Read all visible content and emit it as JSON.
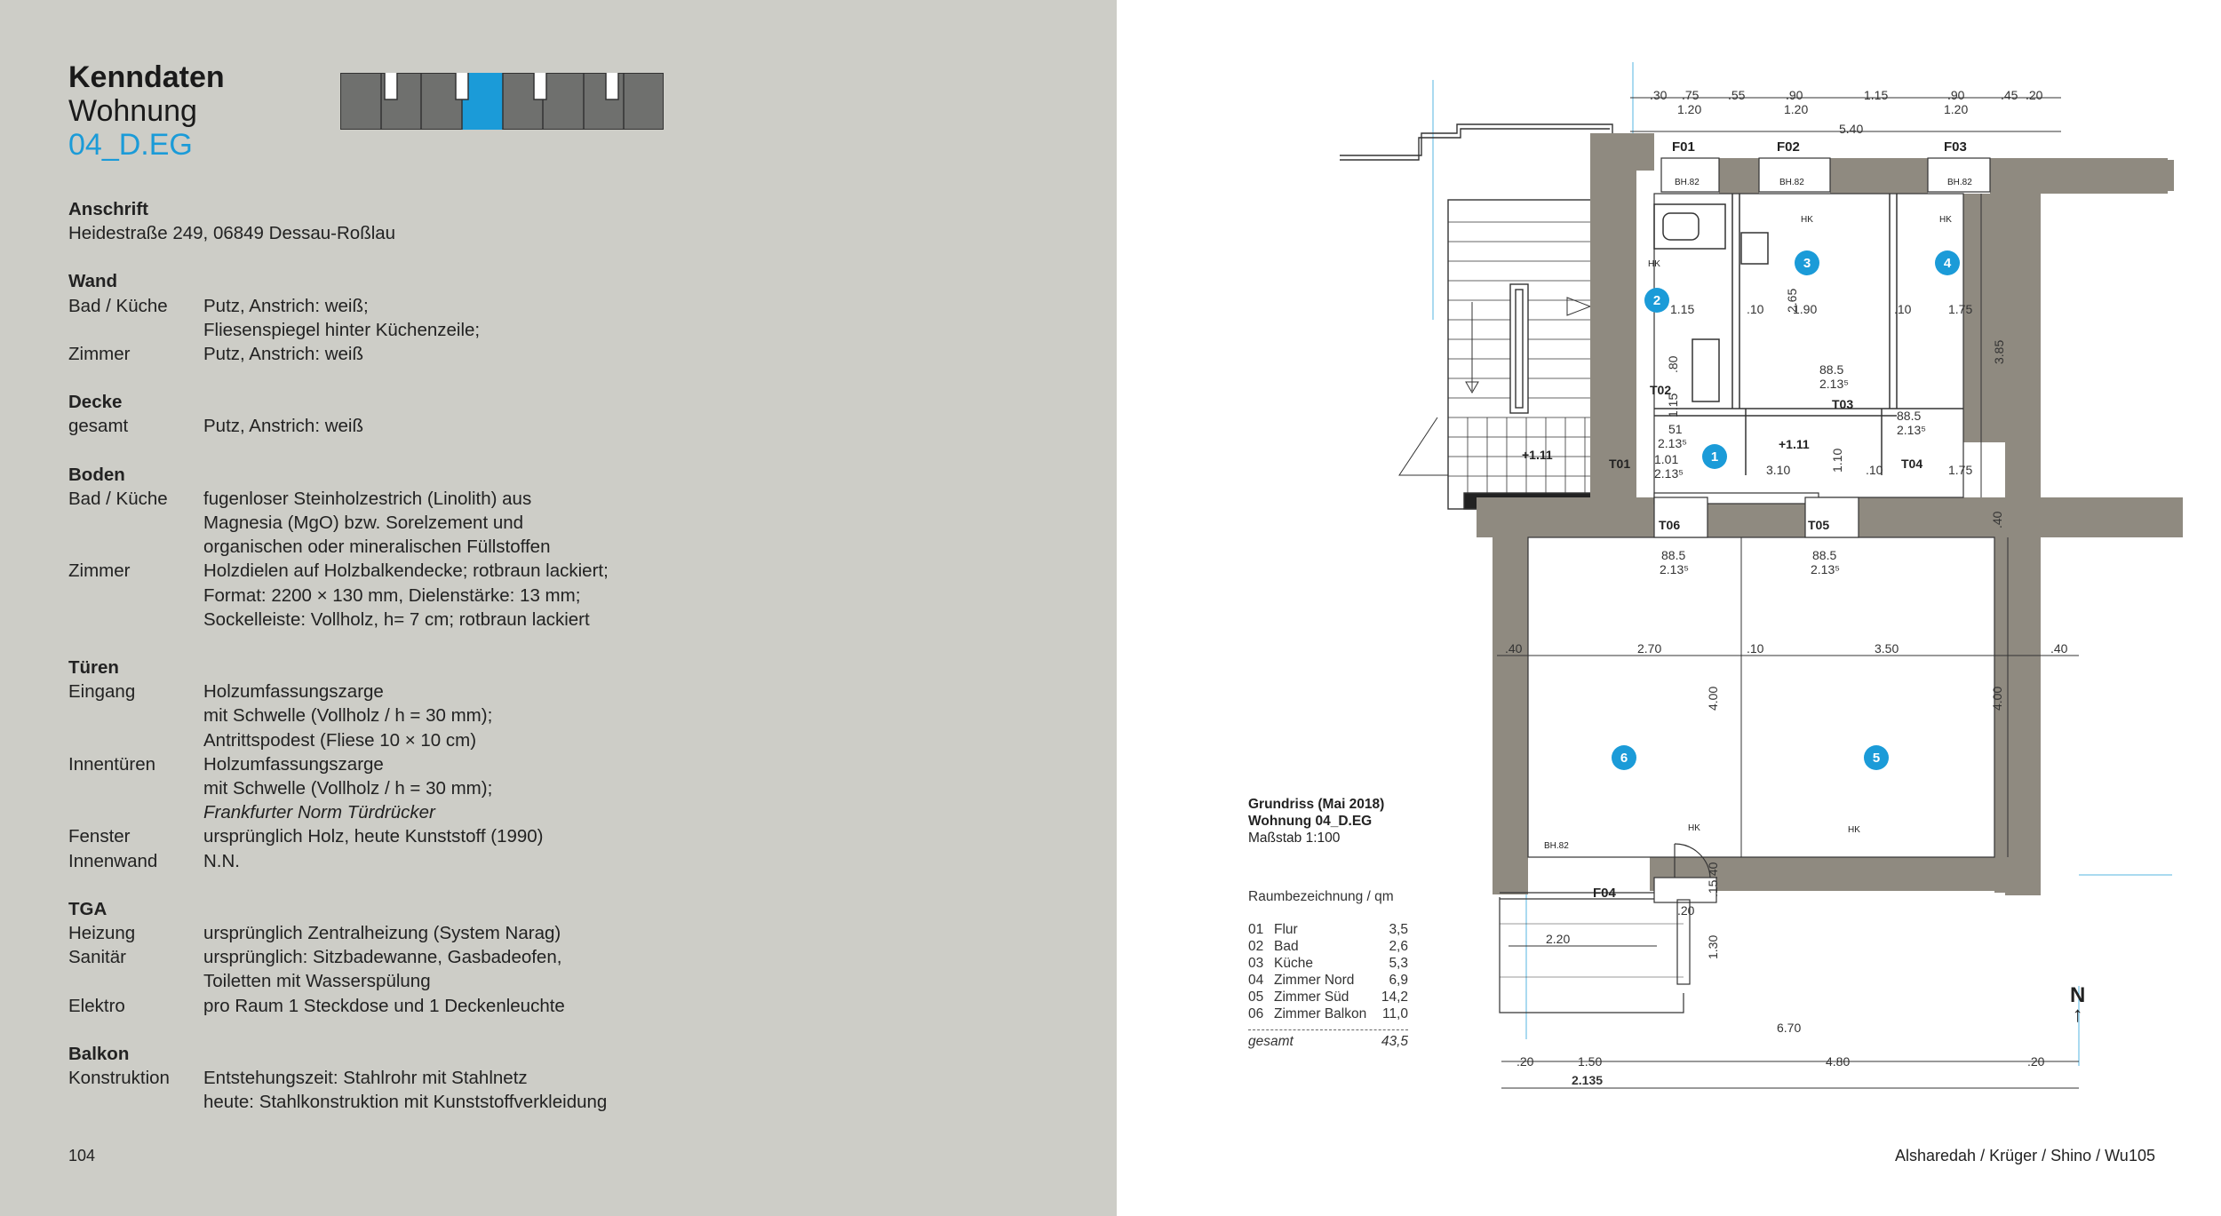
{
  "left": {
    "title_bold": "Kenndaten",
    "title_sub": "Wohnung",
    "title_code": "04_D.EG",
    "page_number": "104"
  },
  "colors": {
    "accent": "#1b9bd8",
    "wall": "#8f8a80",
    "left_bg": "#cdcdc7"
  },
  "specs": [
    {
      "title": "Anschrift",
      "rows": [
        {
          "label": "",
          "lines": [
            "Heidestraße 249, 06849 Dessau-Roßlau"
          ]
        }
      ]
    },
    {
      "title": "Wand",
      "rows": [
        {
          "label": "Bad / Küche",
          "lines": [
            "Putz, Anstrich: weiß;",
            "Fliesenspiegel hinter Küchenzeile;"
          ]
        },
        {
          "label": "Zimmer",
          "lines": [
            "Putz, Anstrich: weiß"
          ]
        }
      ]
    },
    {
      "title": "Decke",
      "rows": [
        {
          "label": "gesamt",
          "lines": [
            "Putz, Anstrich: weiß"
          ]
        }
      ]
    },
    {
      "title": "Boden",
      "rows": [
        {
          "label": "Bad / Küche",
          "lines": [
            "fugenloser Steinholzestrich (Linolith) aus",
            "Magnesia (MgO) bzw. Sorelzement und",
            "organischen oder mineralischen Füllstoffen"
          ]
        },
        {
          "label": "Zimmer",
          "lines": [
            "Holzdielen auf Holzbalkendecke; rotbraun lackiert;",
            "Format: 2200 × 130 mm, Dielenstärke: 13 mm;",
            "Sockelleiste: Vollholz, h= 7 cm; rotbraun lackiert"
          ]
        }
      ]
    },
    {
      "title": "Türen",
      "rows": [
        {
          "label": "Eingang",
          "lines": [
            "Holzumfassungszarge",
            "mit Schwelle (Vollholz / h = 30 mm);",
            "Antrittspodest (Fliese 10 × 10 cm)"
          ]
        },
        {
          "label": "Innentüren",
          "lines": [
            "Holzumfassungszarge",
            "mit Schwelle (Vollholz / h = 30 mm);"
          ],
          "italic_line": "Frankfurter Norm Türdrücker"
        },
        {
          "label": "Fenster",
          "lines": [
            "ursprünglich Holz, heute Kunststoff (1990)"
          ]
        },
        {
          "label": "Innenwand",
          "lines": [
            "N.N."
          ]
        }
      ]
    },
    {
      "title": "TGA",
      "rows": [
        {
          "label": "Heizung",
          "lines": [
            "ursprünglich Zentralheizung (System Narag)"
          ]
        },
        {
          "label": "Sanitär",
          "lines": [
            "ursprünglich: Sitzbadewanne, Gasbadeofen,",
            "Toiletten mit Wasserspülung"
          ]
        },
        {
          "label": "Elektro",
          "lines": [
            "pro Raum 1 Steckdose und 1 Deckenleuchte"
          ]
        }
      ]
    },
    {
      "title": "Balkon",
      "rows": [
        {
          "label": "Konstruktion",
          "lines": [
            "Entstehungszeit: Stahlrohr mit Stahlnetz",
            "heute: Stahlkonstruktion mit Kunststoffverkleidung"
          ]
        }
      ]
    }
  ],
  "right": {
    "caption_line1": "Grundriss (Mai 2018)",
    "caption_line2": "Wohnung 04_D.EG",
    "caption_line3": "Maßstab 1:100",
    "area_header": "Raumbezeichnung / qm",
    "areas": [
      {
        "nr": "01",
        "name": "Flur",
        "qm": "3,5"
      },
      {
        "nr": "02",
        "name": "Bad",
        "qm": "2,6"
      },
      {
        "nr": "03",
        "name": "Küche",
        "qm": "5,3"
      },
      {
        "nr": "04",
        "name": "Zimmer Nord",
        "qm": "6,9"
      },
      {
        "nr": "05",
        "name": "Zimmer Süd",
        "qm": "14,2"
      },
      {
        "nr": "06",
        "name": "Zimmer Balkon",
        "qm": "11,0"
      }
    ],
    "total_label": "gesamt",
    "total_qm": "43,5",
    "north_letter": "N",
    "north_arrow": "↑",
    "authors": "Alsharedah / Krüger / Shino / Wu",
    "page_number": "105"
  },
  "plan": {
    "room_markers": [
      "1",
      "2",
      "3",
      "4",
      "5",
      "6"
    ],
    "windows": [
      "F01",
      "F02",
      "F03",
      "F04"
    ],
    "doors": [
      "T01",
      "T02",
      "T03",
      "T04",
      "T05",
      "T06"
    ],
    "bh": "BH.82",
    "hk": "HK",
    "level": "+1.11",
    "door_dims": [
      "88.5",
      "2.13⁵"
    ],
    "t02_dims": [
      "51",
      "2.13⁵"
    ],
    "t01_dims": [
      "1.01",
      "2.13⁵"
    ],
    "top_dims": [
      ".30",
      ".75",
      ".55",
      ".90",
      "1.15",
      ".90",
      ".45",
      ".20"
    ],
    "top_subdims": [
      "1.20",
      "1.20",
      "1.20"
    ],
    "top_total": "5.40",
    "mid_dims": [
      ".40",
      "2.70",
      ".10",
      "3.50",
      ".40"
    ],
    "inner_dims": [
      "1.15",
      ".10",
      "1.90",
      ".10",
      "1.75",
      "3.10",
      ".10",
      "1.75",
      "2.65",
      "3.85",
      "1.10",
      ".80",
      "1.15",
      "4.00",
      "4.00",
      ".40",
      ".40",
      "1.30",
      ".15",
      ".20"
    ],
    "balcony_dim": "2.20",
    "bottom_total": "6.70",
    "bottom_dims": [
      ".20",
      "1.50",
      "4.80",
      ".20"
    ],
    "bottom_sub": "2.135"
  }
}
